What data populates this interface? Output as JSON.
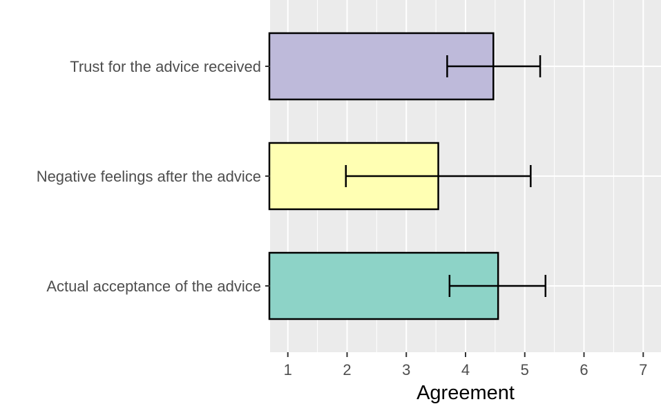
{
  "chart_data": {
    "type": "bar",
    "orientation": "horizontal",
    "title": "",
    "xlabel": "Agreement",
    "ylabel": "",
    "categories": [
      "Trust for the advice received",
      "Negative feelings after the advice",
      "Actual acceptance of the advice"
    ],
    "values": [
      4.47,
      3.54,
      4.55
    ],
    "error_low": [
      3.69,
      1.98,
      3.73
    ],
    "error_high": [
      5.26,
      5.1,
      5.35
    ],
    "bar_colors": [
      "#bebada",
      "#ffffb3",
      "#8dd3c7"
    ],
    "xlim": [
      0.7,
      7.3
    ],
    "x_ticks": [
      "1",
      "2",
      "3",
      "4",
      "5",
      "6",
      "7"
    ],
    "grid": true,
    "panel_background": "#ebebeb",
    "legend": "none"
  }
}
